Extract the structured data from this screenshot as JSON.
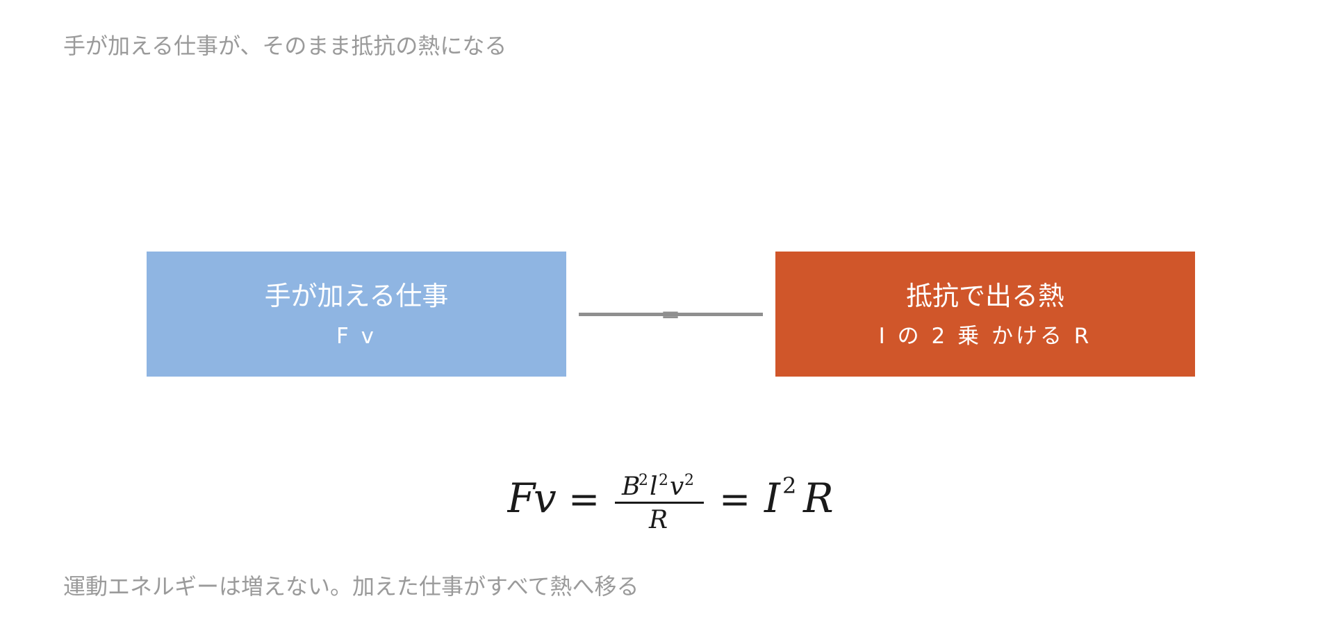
{
  "heading": "手が加える仕事が、そのまま抵抗の熱になる",
  "left_box": {
    "title": "手が加える仕事",
    "subtitle": "F v",
    "color": "#8fb5e2"
  },
  "right_box": {
    "title": "抵抗で出る熱",
    "subtitle": "I の 2 乗 かける R",
    "color": "#d0562a"
  },
  "connector": {
    "symbol": "=",
    "color": "#8f8f8f"
  },
  "formula": {
    "lhs_F": "F",
    "lhs_v": "v",
    "equals_1": "=",
    "num_B": "B",
    "num_B_exp": "2",
    "num_l": "l",
    "num_l_exp": "2",
    "num_v": "v",
    "num_v_exp": "2",
    "den_R": "R",
    "equals_2": "=",
    "rhs_I": "I",
    "rhs_I_exp": "2",
    "rhs_R": "R"
  },
  "footer": "運動エネルギーは増えない。加えた仕事がすべて熱へ移る"
}
